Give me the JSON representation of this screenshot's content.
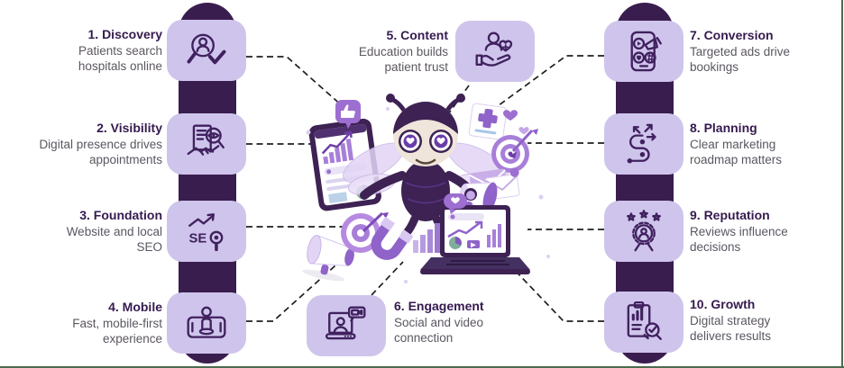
{
  "palette": {
    "bar_color": "#3A1D4F",
    "tile_color": "#CFC5EC",
    "icon_stroke": "#40215F",
    "title_text": "#351A4F",
    "body_text": "#5B5660",
    "connector_line": "#1F1F1F",
    "frame_border": "#4C6B4F",
    "background": "#FFFFFF"
  },
  "steps": [
    {
      "title": "1. Discovery",
      "desc_line1": "Patients search",
      "desc_line2": "hospitals online",
      "icon": "patient-search-icon"
    },
    {
      "title": "2. Visibility",
      "desc_line1": "Digital presence drives",
      "desc_line2": "appointments",
      "icon": "digital-visibility-icon"
    },
    {
      "title": "3. Foundation",
      "desc_line1": "Website and local",
      "desc_line2": "SEO",
      "icon": "seo-foundation-icon"
    },
    {
      "title": "4. Mobile",
      "desc_line1": "Fast, mobile-first",
      "desc_line2": "experience",
      "icon": "mobile-experience-icon"
    },
    {
      "title": "5. Content",
      "desc_line1": "Education builds",
      "desc_line2": "patient trust",
      "icon": "patient-care-content-icon"
    },
    {
      "title": "6. Engagement",
      "desc_line1": "Social and video",
      "desc_line2": "connection",
      "icon": "video-engagement-icon"
    },
    {
      "title": "7. Conversion",
      "desc_line1": "Targeted ads drive",
      "desc_line2": "bookings",
      "icon": "social-ads-phone-icon"
    },
    {
      "title": "8. Planning",
      "desc_line1": "Clear marketing",
      "desc_line2": "roadmap matters",
      "icon": "roadmap-planning-icon"
    },
    {
      "title": "9. Reputation",
      "desc_line1": "Reviews influence",
      "desc_line2": "decisions",
      "icon": "award-reputation-icon"
    },
    {
      "title": "10. Growth",
      "desc_line1": "Digital strategy",
      "desc_line2": "delivers results",
      "icon": "growth-report-icon"
    }
  ],
  "illustration": {
    "name": "bee-mascot-digital-marketing",
    "elements": [
      "bee-mascot",
      "tablet-analytics",
      "laptop-analytics",
      "thumbs-up-badge",
      "medical-document",
      "heart-icon",
      "target-dart",
      "envelopes",
      "bee-megaphone",
      "megaphone",
      "target-spiral",
      "magnet",
      "bar-chart",
      "heart-comment-bubble"
    ]
  }
}
